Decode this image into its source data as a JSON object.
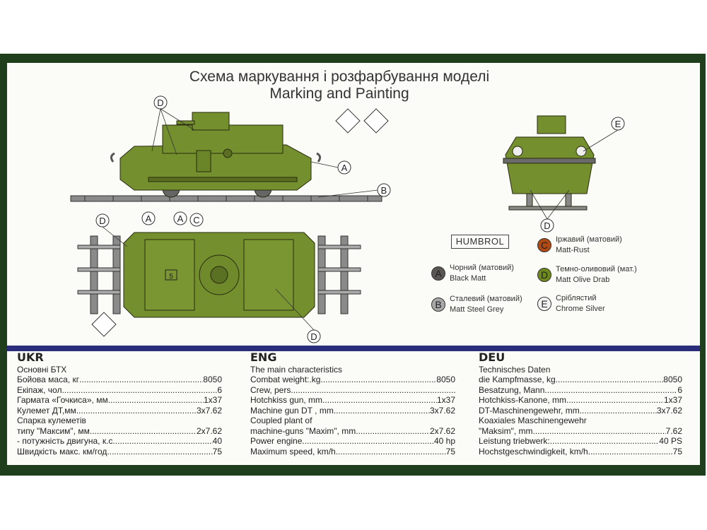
{
  "title": {
    "ukr": "Схема маркування і розфарбування моделі",
    "eng": "Marking and Painting"
  },
  "callouts": [
    "A",
    "B",
    "C",
    "D",
    "E"
  ],
  "turret_number": "5",
  "paint": {
    "brand": "HUMBROL",
    "colors": [
      {
        "letter": "A",
        "ukr": "Чорний (матовий)",
        "eng": "Black Matt",
        "hex": "#5a5654"
      },
      {
        "letter": "B",
        "ukr": "Сталевий (матовий)",
        "eng": "Matt Steel Grey",
        "hex": "#a8a8a8"
      },
      {
        "letter": "C",
        "ukr": "Іржавий (матовий)",
        "eng": "Matt-Rust",
        "hex": "#b04a14"
      },
      {
        "letter": "D",
        "ukr": "Темно-оливовий (мат.)",
        "eng": "Matt Olive Drab",
        "hex": "#6e8a1c"
      },
      {
        "letter": "E",
        "ukr": "Сріблястий",
        "eng": "Chrome Silver",
        "hex": "#f2f2f2"
      }
    ]
  },
  "colors": {
    "frame": "#1f3f1c",
    "tank": "#74902e",
    "divider": "#2a2d7a"
  },
  "specs": {
    "ukr": {
      "heading": "UKR",
      "subtitle": "Основні БТХ",
      "rows": [
        {
          "label": "Бойова маса, кг",
          "value": "8050"
        },
        {
          "label": "Екіпаж, чол",
          "value": "6"
        },
        {
          "label": "Гармата «Гочкиса», мм",
          "value": "1x37"
        },
        {
          "label": "Кулемет ДТ,мм",
          "value": "3x7.62"
        },
        {
          "label": "Спарка кулеметів",
          "value": ""
        },
        {
          "label": "типу \"Максим\", мм",
          "value": "2x7.62"
        },
        {
          "label": "- потужність двигуна, к.с",
          "value": "40"
        },
        {
          "label": "Швидкість макс. км/год",
          "value": "75"
        }
      ]
    },
    "eng": {
      "heading": "ENG",
      "subtitle": "The main characteristics",
      "rows": [
        {
          "label": "Combat weight:.kg",
          "value": "8050"
        },
        {
          "label": "Crew, pers",
          "value": ""
        },
        {
          "label": "Hotchkiss gun, mm",
          "value": "1x37"
        },
        {
          "label": "Machine gun DT , mm",
          "value": "3x7.62"
        },
        {
          "label": " Coupled plant of",
          "value": ""
        },
        {
          "label": " machine-guns \"Maxim\", mm",
          "value": "2x7.62"
        },
        {
          "label": "Power engine",
          "value": "40 hp"
        },
        {
          "label": "Maximum speed, km/h",
          "value": "75"
        }
      ]
    },
    "deu": {
      "heading": "DEU",
      "subtitle": "Technisches Daten",
      "rows": [
        {
          "label": "die Kampfmasse, kg",
          "value": "8050"
        },
        {
          "label": "Besatzung, Mann",
          "value": "6"
        },
        {
          "label": "Hotchkiss-Kanone, mm",
          "value": "1x37"
        },
        {
          "label": "DT-Maschinengewehr, mm",
          "value": "3x7.62"
        },
        {
          "label": "Koaxiales Maschinengewehr",
          "value": ""
        },
        {
          "label": "\"Maksim\", mm",
          "value": "7.62"
        },
        {
          "label": "Leistung triebwerk:",
          "value": "40 PS"
        },
        {
          "label": "Hochstgeschwindigkeit, km/h",
          "value": "75"
        }
      ]
    }
  }
}
